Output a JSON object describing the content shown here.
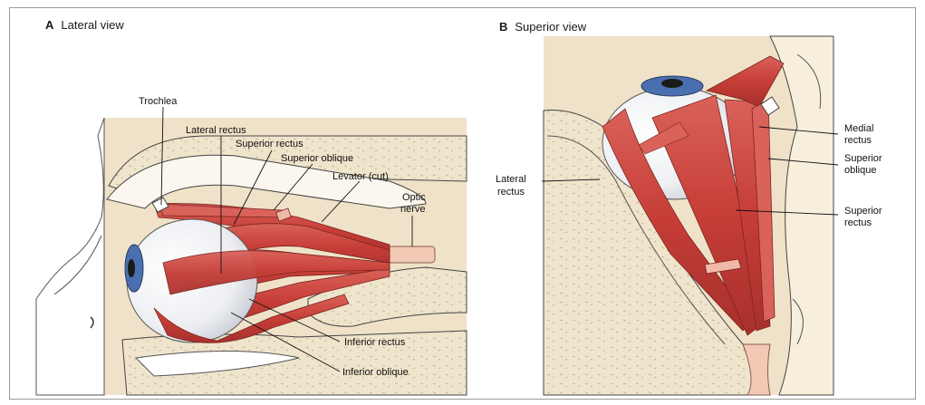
{
  "panel_a": {
    "letter": "A",
    "title": "Lateral view",
    "labels": {
      "trochlea": "Trochlea",
      "lateral_rectus": "Lateral rectus",
      "superior_rectus": "Superior rectus",
      "superior_oblique": "Superior oblique",
      "levator": "Levator (cut)",
      "optic_nerve_1": "Optic",
      "optic_nerve_2": "nerve",
      "inferior_rectus": "Inferior rectus",
      "inferior_oblique": "Inferior oblique"
    }
  },
  "panel_b": {
    "letter": "B",
    "title": "Superior view",
    "labels": {
      "lateral_rectus_1": "Lateral",
      "lateral_rectus_2": "rectus",
      "medial_rectus_1": "Medial",
      "medial_rectus_2": "rectus",
      "superior_oblique_1": "Superior",
      "superior_oblique_2": "oblique",
      "superior_rectus_1": "Superior",
      "superior_rectus_2": "rectus"
    }
  },
  "colors": {
    "muscle": "#c9453f",
    "muscle_light": "#e07a72",
    "bone": "#efe4cc",
    "bone_dot": "#c9b892",
    "eye_white": "#f4f4f6",
    "iris": "#4a6fb0"
  }
}
